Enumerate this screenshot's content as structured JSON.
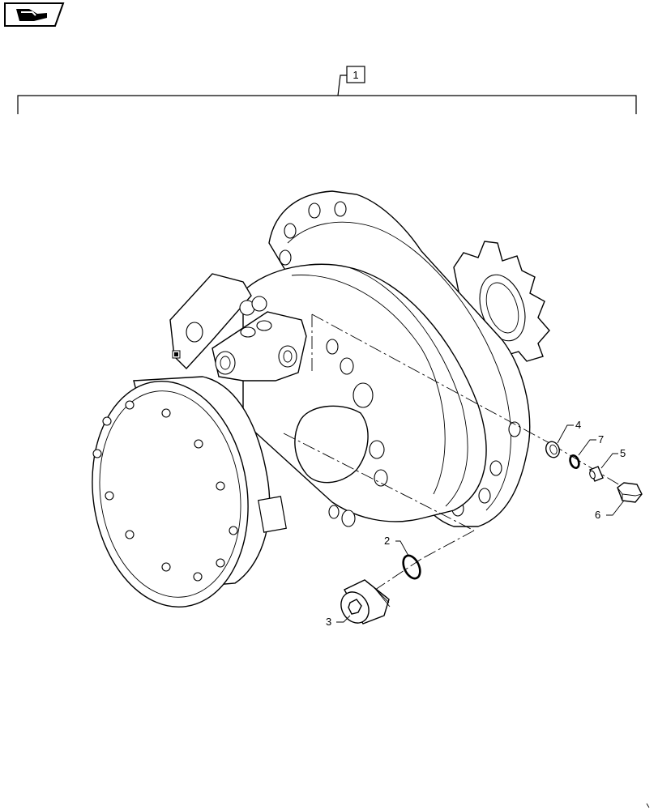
{
  "toolbar": {
    "icon": "book-hand-icon"
  },
  "assembly": {
    "label": "1"
  },
  "callouts": [
    {
      "id": "2",
      "label": "2"
    },
    {
      "id": "3",
      "label": "3"
    },
    {
      "id": "4",
      "label": "4"
    },
    {
      "id": "5",
      "label": "5"
    },
    {
      "id": "6",
      "label": "6"
    },
    {
      "id": "7",
      "label": "7"
    }
  ]
}
